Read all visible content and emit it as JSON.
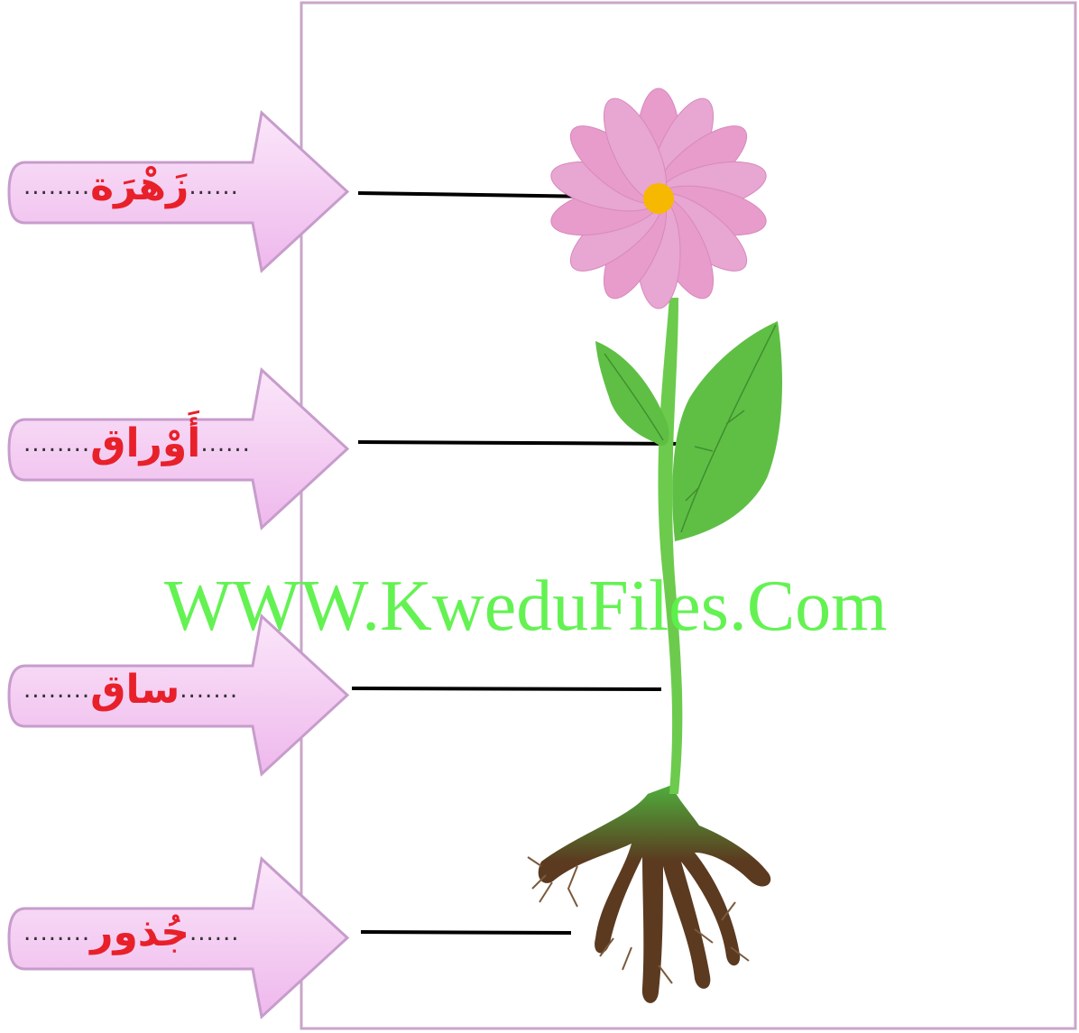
{
  "labels": [
    {
      "dots_left": "........",
      "word": "زَهْرَة",
      "dots_right": "......"
    },
    {
      "dots_left": "........",
      "word": "أَوْراق",
      "dots_right": "......"
    },
    {
      "dots_left": "........",
      "word": "ساق",
      "dots_right": "......."
    },
    {
      "dots_left": "........",
      "word": "جُذور",
      "dots_right": "......"
    }
  ],
  "watermark": "WWW.KweduFiles.Com",
  "colors": {
    "arrow_fill": "#f3c8f0",
    "arrow_stroke": "#c79ccc",
    "label_text": "#e8202a",
    "watermark": "#5cf24a",
    "petal": "#e79ccc",
    "flower_center": "#f6b800",
    "stem": "#6ccb4d",
    "leaf": "#5fbf45",
    "root": "#5b3a20"
  }
}
